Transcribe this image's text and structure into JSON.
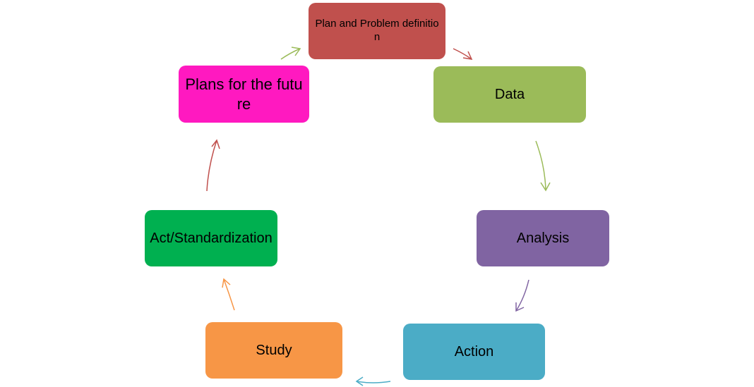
{
  "nodes": {
    "plan": {
      "label": "Plan and Problem definition",
      "color": "#c0504d"
    },
    "data": {
      "label": "Data",
      "color": "#9bbb59"
    },
    "analysis": {
      "label": "Analysis",
      "color": "#8064a2"
    },
    "action": {
      "label": "Action",
      "color": "#4bacc6"
    },
    "study": {
      "label": "Study",
      "color": "#f79646"
    },
    "act": {
      "label": "Act/Standardization",
      "color": "#00b050"
    },
    "future": {
      "label": "Plans for the future",
      "color": "#ff19c0"
    }
  },
  "arrows": [
    {
      "from": "Plan and Problem definition",
      "to": "Data",
      "color": "#c0504d"
    },
    {
      "from": "Data",
      "to": "Analysis",
      "color": "#9bbb59"
    },
    {
      "from": "Analysis",
      "to": "Action",
      "color": "#8064a2"
    },
    {
      "from": "Action",
      "to": "Study",
      "color": "#4bacc6"
    },
    {
      "from": "Study",
      "to": "Act/Standardization",
      "color": "#f79646"
    },
    {
      "from": "Act/Standardization",
      "to": "Plans for the future",
      "color": "#c0504d"
    },
    {
      "from": "Plans for the future",
      "to": "Plan and Problem definition",
      "color": "#9bbb59"
    }
  ]
}
